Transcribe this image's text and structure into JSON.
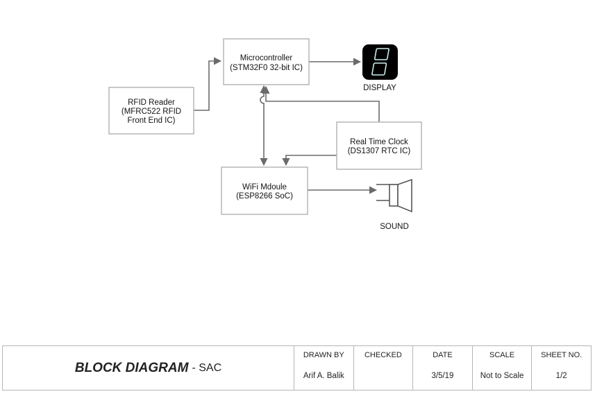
{
  "blocks": {
    "mcu": {
      "line1": "Microcontroller",
      "line2": "(STM32F0 32-bit IC)"
    },
    "rfid": {
      "line1": "RFID Reader",
      "line2": "(MFRC522 RFID",
      "line3": "Front End IC)"
    },
    "rtc": {
      "line1": "Real Time Clock",
      "line2": "(DS1307 RTC IC)"
    },
    "wifi": {
      "line1": "WiFi Mdoule",
      "line2": "(ESP8266 SoC)"
    }
  },
  "display": {
    "label": "DISPLAY",
    "digit": "8"
  },
  "sound": {
    "label": "SOUND"
  },
  "title_block": {
    "title": "BLOCK DIAGRAM",
    "subtitle": "- SAC",
    "columns": [
      {
        "header": "DRAWN BY",
        "value": "Arif A. Balik"
      },
      {
        "header": "CHECKED",
        "value": ""
      },
      {
        "header": "DATE",
        "value": "3/5/19"
      },
      {
        "header": "SCALE",
        "value": "Not to Scale"
      },
      {
        "header": "SHEET NO.",
        "value": "1/2"
      }
    ]
  },
  "colors": {
    "box_border": "#b5b5b5",
    "wire": "#6b6b6b",
    "display_body": "#000000",
    "segment_outline": "#cfeff0"
  }
}
